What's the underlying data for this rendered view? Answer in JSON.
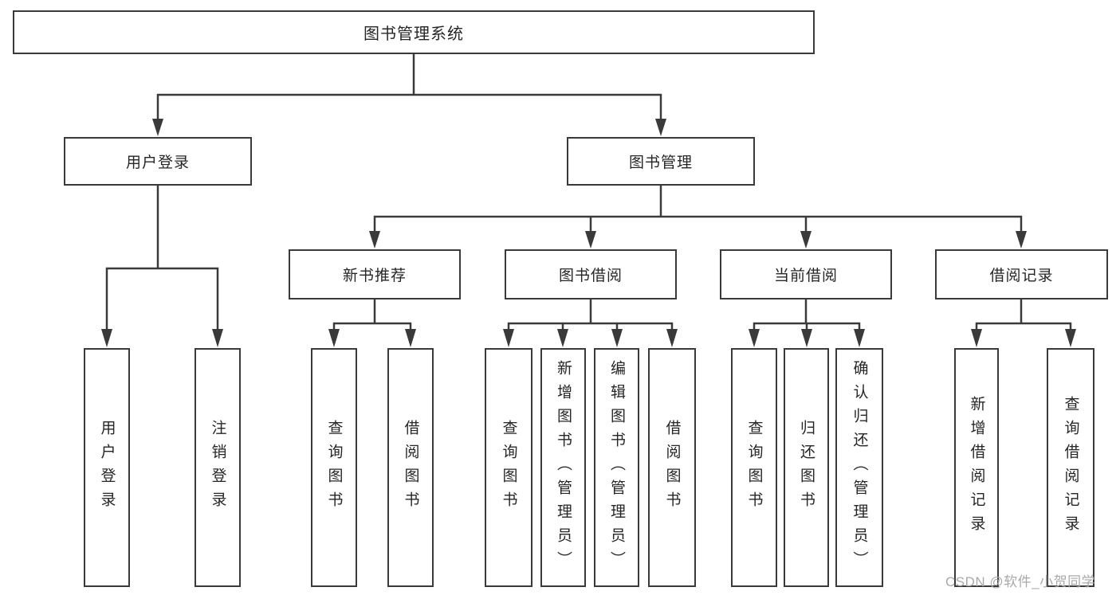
{
  "diagram": {
    "title": "图书管理系统",
    "root": {
      "label": "图书管理系统"
    },
    "level2": [
      {
        "label": "用户登录"
      },
      {
        "label": "图书管理"
      }
    ],
    "level3": [
      {
        "label": "新书推荐"
      },
      {
        "label": "图书借阅"
      },
      {
        "label": "当前借阅"
      },
      {
        "label": "借阅记录"
      }
    ],
    "leaves": [
      {
        "label": "用户登录"
      },
      {
        "label": "注销登录"
      },
      {
        "label": "查询图书"
      },
      {
        "label": "借阅图书"
      },
      {
        "label": "查询图书"
      },
      {
        "label": "新增图书（管理员）"
      },
      {
        "label": "编辑图书（管理员）"
      },
      {
        "label": "借阅图书"
      },
      {
        "label": "查询图书"
      },
      {
        "label": "归还图书"
      },
      {
        "label": "确认归还（管理员）"
      },
      {
        "label": "新增借阅记录"
      },
      {
        "label": "查询借阅记录"
      }
    ]
  },
  "watermark": {
    "text": "CSDN @软件_小贺同学"
  },
  "colors": {
    "line": "#3a3a3a",
    "text": "#262626",
    "watermark": "#a9a9a9",
    "background": "#ffffff"
  }
}
